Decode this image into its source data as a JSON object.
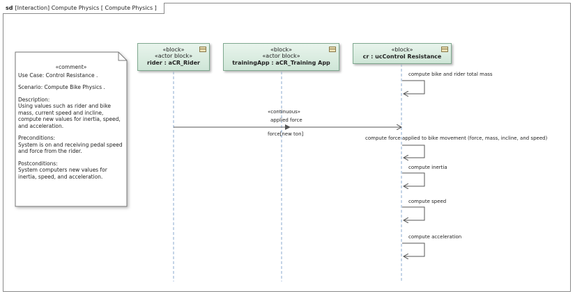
{
  "frame": {
    "kind": "sd",
    "title": "[Interaction] Compute Physics [ Compute Physics ]"
  },
  "lifelines": [
    {
      "stereotypes": [
        "«block»",
        "«actor block»"
      ],
      "name": "rider : aCR_Rider",
      "icon": "block-icon"
    },
    {
      "stereotypes": [
        "«block»",
        "«actor block»"
      ],
      "name": "trainingApp : aCR_Training App",
      "icon": "block-icon"
    },
    {
      "stereotypes": [
        "«block»"
      ],
      "name": "cr : ucControl Resistance",
      "icon": "block-icon"
    }
  ],
  "comment": {
    "stereotype": "«comment»",
    "use_case": "Use Case: Control Resistance .",
    "scenario": "Scenario: Compute Bike Physics .",
    "description_title": "Description:",
    "description": "Using values such as rider and bike mass, current speed and incline, compute new  values for inertia, speed, and acceleration.",
    "preconditions_title": "Preconditions:",
    "preconditions": "System is on and receiving pedal speed and force from the rider.",
    "postconditions_title": "Postconditions:",
    "postconditions": "System computers new  values for inertia, speed, and acceleration."
  },
  "messages": {
    "applied_force": {
      "stereotype": "«continuous»",
      "label": "applied force",
      "item": "force[new ton]"
    },
    "self_calls": [
      "compute bike and rider total mass",
      "compute force applied to bike movement (force, mass, incline, and speed)",
      "compute inertia",
      "compute speed",
      "compute acceleration"
    ]
  },
  "colors": {
    "lifeline_fill": "#d8ecdf",
    "lifeline_border": "#7fa88f",
    "line": "#555555"
  }
}
